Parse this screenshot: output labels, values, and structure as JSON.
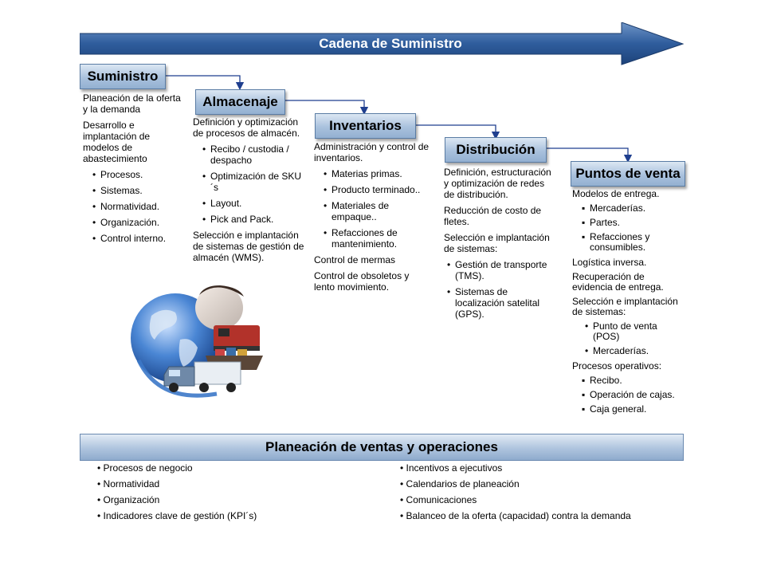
{
  "header": {
    "title": "Cadena de Suministro"
  },
  "stages": {
    "suministro": {
      "title": "Suministro",
      "p1": "Planeación de la oferta y la demanda",
      "p2": "Desarrollo e implantación de modelos de abastecimiento",
      "items": [
        "Procesos.",
        "Sistemas.",
        "Normatividad.",
        "Organización.",
        "Control interno."
      ]
    },
    "almacenaje": {
      "title": "Almacenaje",
      "p1": "Definición y optimización de procesos de almacén.",
      "items": [
        "Recibo / custodia / despacho",
        "Optimización de SKU´s",
        "Layout.",
        "Pick and Pack."
      ],
      "p2": "Selección e implantación de sistemas de gestión de almacén (WMS)."
    },
    "inventarios": {
      "title": "Inventarios",
      "p1": "Administración y control de inventarios.",
      "items": [
        "Materias primas.",
        "Producto terminado..",
        "Materiales de empaque..",
        "Refacciones de mantenimiento."
      ],
      "p2": "Control de mermas",
      "p3": "Control de obsoletos y lento movimiento."
    },
    "distribucion": {
      "title": "Distribución",
      "p1": "Definición, estructuración y optimización de redes de distribución.",
      "p2": "Reducción de costo de fletes.",
      "p3": "Selección e implantación de sistemas:",
      "items": [
        "Gestión de transporte (TMS).",
        "Sistemas de localización satelital (GPS)."
      ]
    },
    "puntos": {
      "title": "Puntos de venta",
      "p1": "Modelos de entrega.",
      "items1": [
        "Mercaderías.",
        "Partes.",
        "Refacciones y consumibles."
      ],
      "p2": "Logística inversa.",
      "p3": "Recuperación de evidencia de entrega.",
      "p4": "Selección e implantación de sistemas:",
      "items2": [
        "Punto de venta (POS)",
        "Mercaderías."
      ],
      "p5": "Procesos operativos:",
      "items3": [
        "Recibo.",
        "Operación de cajas.",
        "Caja general."
      ]
    }
  },
  "bottom": {
    "title": "Planeación de ventas y operaciones",
    "left": [
      "• Procesos de negocio",
      "• Normatividad",
      "• Organización",
      "• Indicadores clave de gestión (KPI´s)"
    ],
    "right": [
      "• Incentivos a ejecutivos",
      "• Calendarios de planeación",
      "• Comunicaciones",
      "• Balanceo de la oferta (capacidad) contra la demanda"
    ]
  },
  "colors": {
    "arrow": "#2e5b9a",
    "connector": "#1f3f8f",
    "box_border": "#5a7ca4"
  },
  "illustration": {
    "icons": [
      "globe-icon",
      "truck-icon",
      "ship-icon",
      "train-icon",
      "woman-photo"
    ]
  }
}
